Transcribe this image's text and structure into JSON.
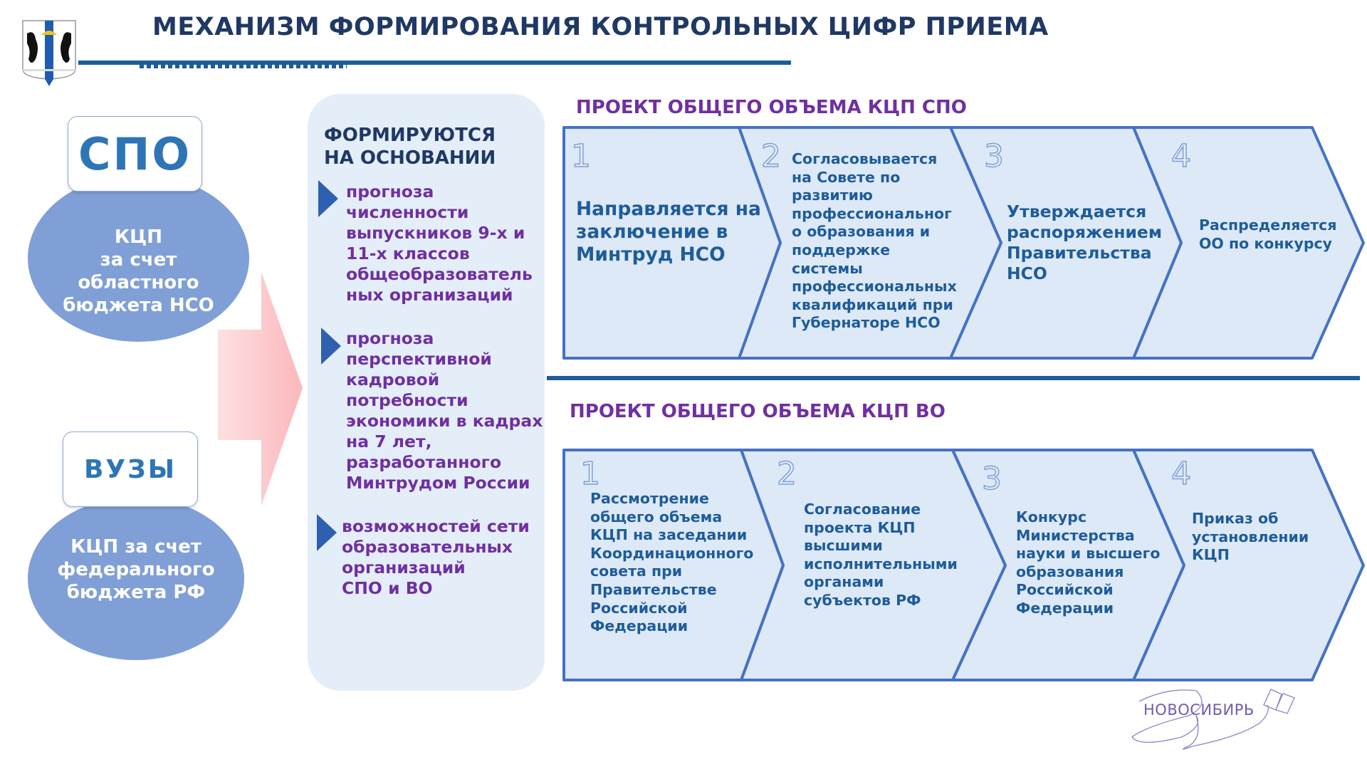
{
  "header": {
    "title": "МЕХАНИЗМ ФОРМИРОВАНИЯ КОНТРОЛЬНЫХ ЦИФР ПРИЕМА"
  },
  "left": {
    "spo_label": "СПО",
    "spo_desc": "КЦП\nза счет\nобластного\nбюджета НСО",
    "vuz_label": "ВУЗЫ",
    "vuz_desc": "КЦП за счет\nфедерального\nбюджета РФ"
  },
  "basis": {
    "heading": "ФОРМИРУЮТСЯ\nНА ОСНОВАНИИ",
    "items": [
      "прогноза\nчисленности\nвыпускников 9-х и\n11-х классов\nобщеобразователь\nных организаций",
      "прогноза\nперспективной\nкадровой\nпотребности\nэкономики в кадрах\nна 7 лет,\nразработанного\nМинтрудом России",
      "возможностей сети\nобразовательных\nорганизаций\nСПО и ВО"
    ]
  },
  "spo_project": {
    "heading": "ПРОЕКТ ОБЩЕГО ОБЪЕМА КЦП СПО",
    "steps": [
      {
        "num": "1",
        "text": "Направляется на\nзаключение в\nМинтруд НСО"
      },
      {
        "num": "2",
        "text": "Согласовывается\nна Совете по\nразвитию\nпрофессиональног\nо образования и\nподдержке\nсистемы\nпрофессиональных\nквалификаций при\nГубернаторе НСО"
      },
      {
        "num": "3",
        "text": "Утверждается\nраспоряжением\nПравительства\nНСО"
      },
      {
        "num": "4",
        "text": "Распределяется\nОО по конкурсу"
      }
    ]
  },
  "vo_project": {
    "heading": "ПРОЕКТ ОБЩЕГО ОБЪЕМА КЦП ВО",
    "steps": [
      {
        "num": "1",
        "text": "Рассмотрение\nобщего объема\nКЦП на заседании\nКоординационного\nсовета при\nПравительстве\nРоссийской\nФедерации"
      },
      {
        "num": "2",
        "text": "Согласование\nпроекта КЦП\nвысшими\nисполнительными\nорганами\nсубъектов РФ"
      },
      {
        "num": "3",
        "text": "Конкурс\nМинистерства\nнауки и высшего\nобразования\nРоссийской\nФедерации"
      },
      {
        "num": "4",
        "text": "Приказ об\nустановлении\nКЦП"
      }
    ]
  },
  "footer": {
    "logo_text": "НОВОСИБИРЬ"
  },
  "colors": {
    "title": "#1f3864",
    "accent_purple": "#7030a0",
    "chevron_fill": "#dde9f7",
    "chevron_stroke": "#4472c4",
    "ellipse": "#7f9fd6",
    "arrow_pink": "#fcc5c8"
  }
}
